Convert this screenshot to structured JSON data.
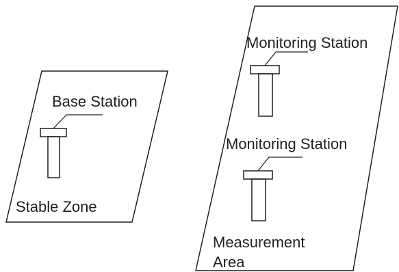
{
  "left_zone": {
    "station_label": "Base Station",
    "zone_label": "Stable Zone"
  },
  "right_zone": {
    "upper_station_label": "Monitoring Station",
    "lower_station_label": "Monitoring Station",
    "zone_label_line1": "Measurement",
    "zone_label_line2": "Area"
  },
  "colors": {
    "line": "#231f20",
    "background": "#ffffff"
  }
}
